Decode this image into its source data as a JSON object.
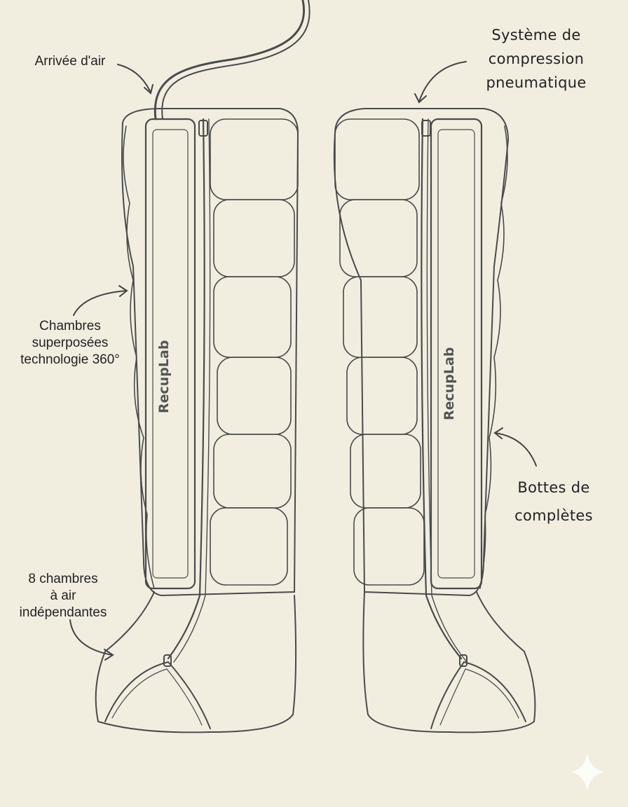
{
  "labels": {
    "air_inlet": "Arrivée d'air",
    "chambers_360": [
      "Chambres",
      "superposées",
      "technologie 360°"
    ],
    "eight_chambers": [
      "8 chambres",
      "à air",
      "indépendantes"
    ],
    "pneumatic_system": [
      "Système de",
      "compression",
      "pneumatique"
    ],
    "full_boots": [
      "Bottes de",
      "complètes"
    ]
  },
  "logo_text": "RecupLab",
  "colors": {
    "background": "#f1eee0",
    "ink": "#3a3a3a"
  }
}
